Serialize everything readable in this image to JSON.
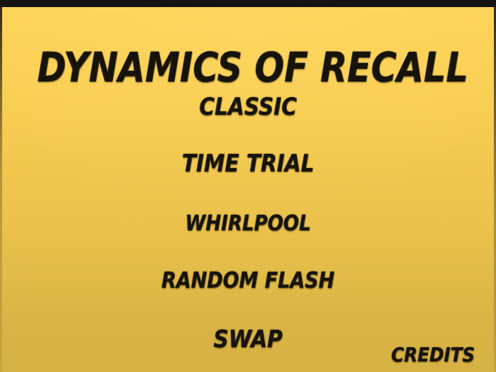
{
  "app": {
    "title": "DYNAMICS OF RECALL",
    "type": "game-main-menu"
  },
  "menu": {
    "items": [
      {
        "id": "classic",
        "label": "CLASSIC"
      },
      {
        "id": "time-trial",
        "label": "TIME TRIAL"
      },
      {
        "id": "whirlpool",
        "label": "WHIRLPOOL"
      },
      {
        "id": "random-flash",
        "label": "RANDOM FLASH"
      },
      {
        "id": "swap",
        "label": "SWAP"
      }
    ]
  },
  "footer": {
    "credits_label": "CREDITS"
  },
  "colors": {
    "background_top": "#ffd254",
    "background_bottom": "#d6b143",
    "top_bar": "#131312",
    "text": "#16130b"
  }
}
